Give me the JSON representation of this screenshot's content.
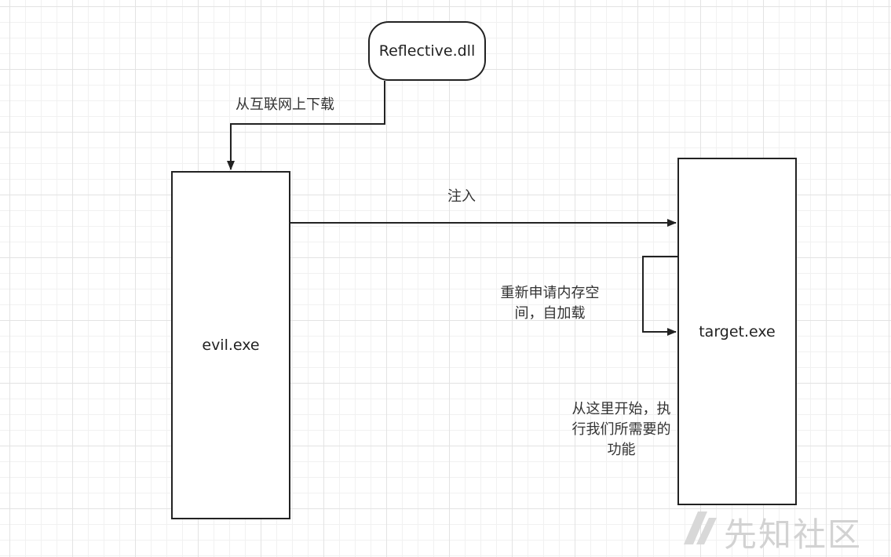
{
  "nodes": {
    "reflective_dll": "Reflective.dll",
    "evil_exe": "evil.exe",
    "target_exe": "target.exe"
  },
  "edges": {
    "download": "从互联网上下载",
    "inject": "注入",
    "self_load_line1": "重新申请内存空",
    "self_load_line2": "间，自加载",
    "execute_line1": "从这里开始，执",
    "execute_line2": "行我们所需要的",
    "execute_line3": "功能"
  },
  "watermark": {
    "text": "先知社区",
    "icon": "xianzhi-logo-icon"
  },
  "colors": {
    "stroke": "#222222",
    "grid": "#e3e3e3",
    "watermark": "#d2d2d2"
  }
}
